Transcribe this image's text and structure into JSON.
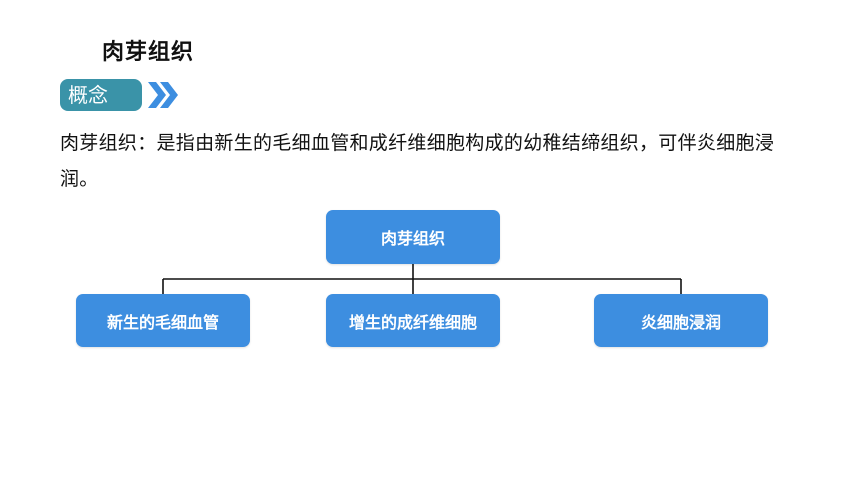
{
  "page": {
    "title": "肉芽组织",
    "badge_label": "概念",
    "definition": "肉芽组织：是指由新生的毛细血管和成纤维细胞构成的幼稚结缔组织，可伴炎细胞浸润。"
  },
  "diagram": {
    "root": "肉芽组织",
    "children": [
      "新生的毛细血管",
      "增生的成纤维细胞",
      "炎细胞浸润"
    ]
  },
  "colors": {
    "badge": "#3a93a8",
    "box": "#3d8ee0",
    "chevron": "#3d8ee0",
    "line": "#111111"
  },
  "icons": {
    "badge_arrow": "double-chevron-right-icon"
  }
}
